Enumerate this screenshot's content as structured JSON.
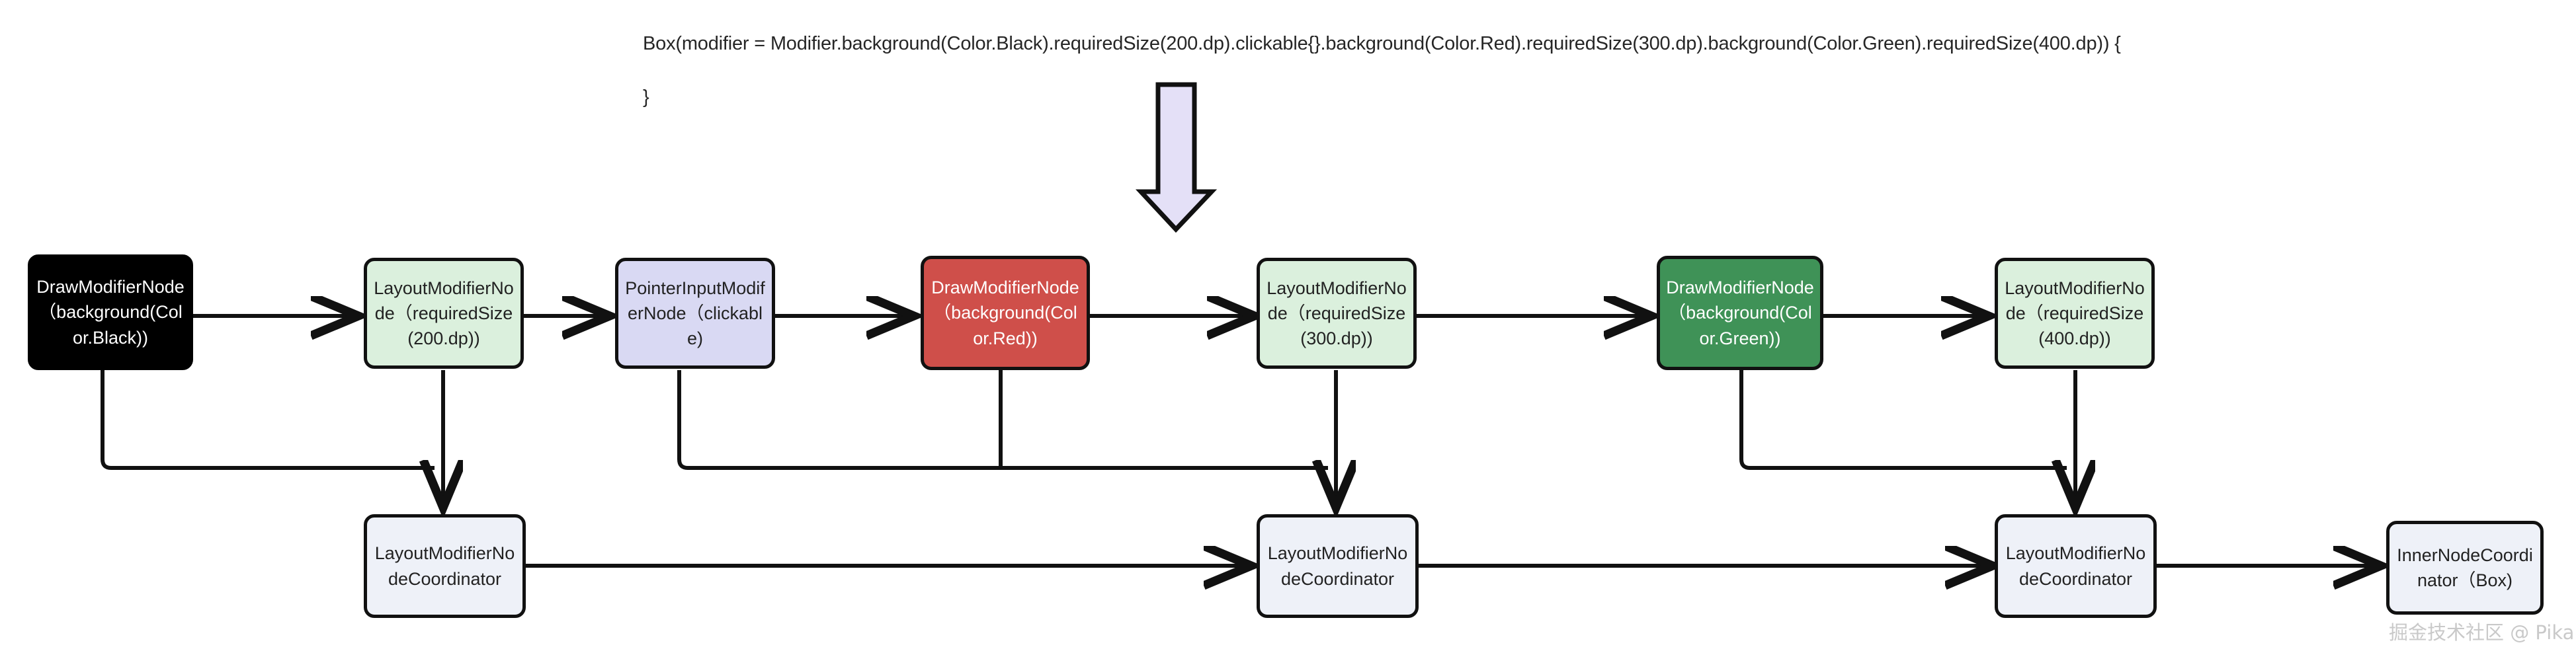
{
  "code": {
    "line1": "Box(modifier = Modifier.background(Color.Black).requiredSize(200.dp).clickable{}.background(Color.Red).requiredSize(300.dp).background(Color.Green).requiredSize(400.dp)) {",
    "line2": "}"
  },
  "watermark": "掘金技术社区 @ Pika",
  "colors": {
    "black_node": "#000000",
    "pale_green_node": "#dbf0dd",
    "lavender_node": "#d9d9f3",
    "red_node": "#cf4f4a",
    "green_node": "#3f9257",
    "coordinator_node": "#eef1f8",
    "stroke": "#111111",
    "big_arrow_fill": "#e4e0f7"
  },
  "icons": {
    "big_down_arrow": "down-arrow-icon"
  },
  "modifier_chain": [
    {
      "id": "draw-black",
      "label": "DrawModifierNode（background(Color.Black))",
      "style": "black"
    },
    {
      "id": "layout-200",
      "label": "LayoutModifierNode（requiredSize(200.dp))",
      "style": "pale-green"
    },
    {
      "id": "pointer-input",
      "label": "PointerInputModiferNode（clickable)",
      "style": "lavender"
    },
    {
      "id": "draw-red",
      "label": "DrawModifierNode（background(Color.Red))",
      "style": "red"
    },
    {
      "id": "layout-300",
      "label": "LayoutModifierNode（requiredSize(300.dp))",
      "style": "pale-green"
    },
    {
      "id": "draw-green",
      "label": "DrawModifierNode（background(Color.Green))",
      "style": "green"
    },
    {
      "id": "layout-400",
      "label": "LayoutModifierNode（requiredSize(400.dp))",
      "style": "pale-green"
    }
  ],
  "coordinator_chain": [
    {
      "id": "coord-1",
      "label": "LayoutModifierNodeCoordinator"
    },
    {
      "id": "coord-2",
      "label": "LayoutModifierNodeCoordinator"
    },
    {
      "id": "coord-3",
      "label": "LayoutModifierNodeCoordinator"
    },
    {
      "id": "coord-4",
      "label": "InnerNodeCoordinator（Box)"
    }
  ]
}
